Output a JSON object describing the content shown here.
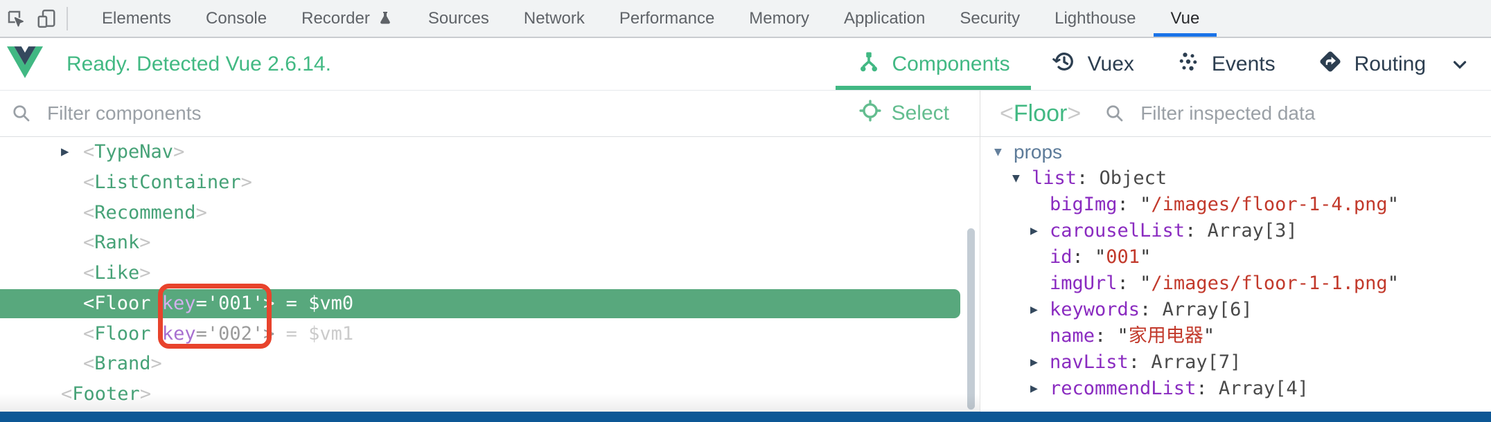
{
  "colors": {
    "vue_green": "#41b883",
    "vue_navy": "#2c3e50",
    "chrome_active_blue": "#1a73e8",
    "selected_row_green": "#58a87d",
    "annotation_red": "#e8432c",
    "string_red": "#c2392b",
    "key_purple": "#8a2bc0",
    "bottom_strip_blue": "#0d5795"
  },
  "devtools": {
    "toolbar_icons": [
      "inspect-icon",
      "device-toolbar-icon"
    ],
    "tabs": [
      {
        "label": "Elements"
      },
      {
        "label": "Console"
      },
      {
        "label": "Recorder",
        "badge": "flask"
      },
      {
        "label": "Sources"
      },
      {
        "label": "Network"
      },
      {
        "label": "Performance"
      },
      {
        "label": "Memory"
      },
      {
        "label": "Application"
      },
      {
        "label": "Security"
      },
      {
        "label": "Lighthouse"
      },
      {
        "label": "Vue",
        "active": true
      }
    ]
  },
  "vue_toolbar": {
    "status": "Ready. Detected Vue 2.6.14.",
    "tabs": [
      {
        "label": "Components",
        "icon": "components-tree-icon",
        "active": true
      },
      {
        "label": "Vuex",
        "icon": "history-icon"
      },
      {
        "label": "Events",
        "icon": "dots-icon"
      },
      {
        "label": "Routing",
        "icon": "route-diamond-icon"
      }
    ]
  },
  "left_panel": {
    "filter_placeholder": "Filter components",
    "select_label": "Select",
    "tree": [
      {
        "tag": "TypeNav",
        "level": 1,
        "expand_arrow": true
      },
      {
        "tag": "ListContainer",
        "level": 1
      },
      {
        "tag": "Recommend",
        "level": 1
      },
      {
        "tag": "Rank",
        "level": 1
      },
      {
        "tag": "Like",
        "level": 1
      },
      {
        "tag": "Floor",
        "level": 1,
        "attr_key": "key",
        "attr_value": "'001'",
        "instance": "= $vm0",
        "selected": true
      },
      {
        "tag": "Floor",
        "level": 1,
        "attr_key": "key",
        "attr_value": "'002'",
        "instance": "= $vm1"
      },
      {
        "tag": "Brand",
        "level": 1
      },
      {
        "tag": "Footer",
        "level": 0
      }
    ]
  },
  "right_panel": {
    "breadcrumb": {
      "open": "<",
      "name": "Floor",
      "close": ">"
    },
    "filter_placeholder": "Filter inspected data",
    "props": [
      {
        "level": 0,
        "arrow": "down",
        "key": "props",
        "style": "section"
      },
      {
        "level": 1,
        "arrow": "down",
        "key": "list",
        "value": "Object",
        "vstyle": "type"
      },
      {
        "level": 2,
        "key": "bigImg",
        "value": "/images/floor-1-4.png",
        "vstyle": "string"
      },
      {
        "level": 2,
        "arrow": "right",
        "key": "carouselList",
        "value": "Array[3]",
        "vstyle": "type"
      },
      {
        "level": 2,
        "key": "id",
        "value": "001",
        "vstyle": "string"
      },
      {
        "level": 2,
        "key": "imgUrl",
        "value": "/images/floor-1-1.png",
        "vstyle": "string"
      },
      {
        "level": 2,
        "arrow": "right",
        "key": "keywords",
        "value": "Array[6]",
        "vstyle": "type"
      },
      {
        "level": 2,
        "key": "name",
        "value": "家用电器",
        "vstyle": "string"
      },
      {
        "level": 2,
        "arrow": "right",
        "key": "navList",
        "value": "Array[7]",
        "vstyle": "type"
      },
      {
        "level": 2,
        "arrow": "right",
        "key": "recommendList",
        "value": "Array[4]",
        "vstyle": "type"
      }
    ]
  }
}
